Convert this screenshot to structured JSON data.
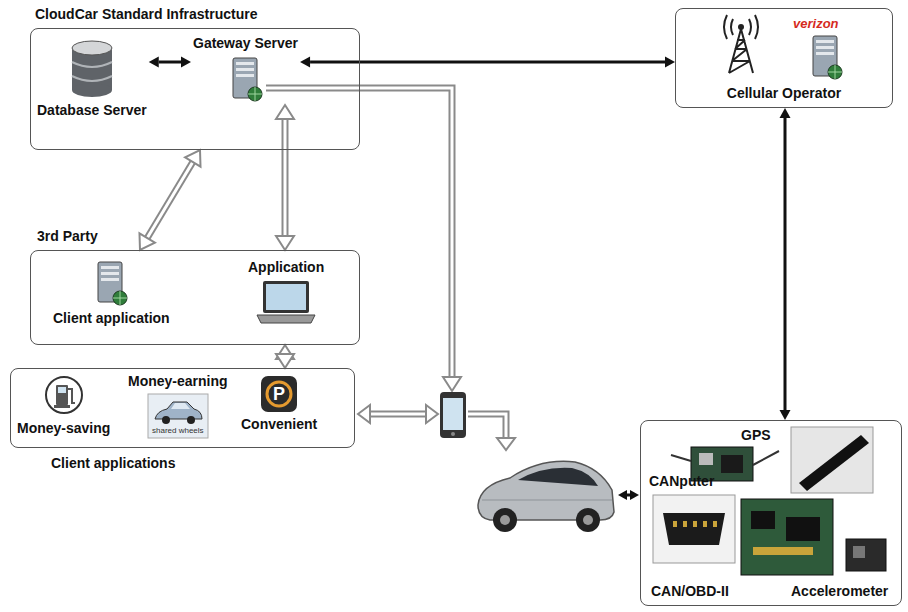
{
  "diagram": {
    "nodes": [
      {
        "text": [
          "CloudCar Standard Infrastructure"
        ]
      },
      {
        "text": [
          "Database Server"
        ],
        "in": 0
      },
      {
        "text": [
          "Gateway Server"
        ],
        "in": 0
      },
      {
        "text": [
          "Cellular Operator"
        ]
      },
      {
        "text": [
          "3rd Party"
        ]
      },
      {
        "text": [
          "Client application"
        ],
        "in": 4
      },
      {
        "text": [
          "Application"
        ],
        "in": 4
      },
      {
        "text": [
          "Client applications"
        ]
      },
      {
        "text": [
          "Money-saving"
        ],
        "in": 7
      },
      {
        "text": [
          "Money-earning"
        ],
        "in": 7
      },
      {
        "text": [
          "Convenient"
        ],
        "in": 7
      },
      {
        "text": [
          "GPS",
          "CANputer",
          "CAN/OBD-II",
          "Accelerometer"
        ]
      }
    ],
    "edges": [
      {
        "from": 1,
        "to": 2,
        "arrow": "both"
      },
      {
        "from": 2,
        "to": 3,
        "arrow": "both"
      },
      {
        "from": 0,
        "to": 4,
        "arrow": "both"
      },
      {
        "from": 2,
        "to": 4,
        "arrow": "both"
      },
      {
        "from": 4,
        "to": 7,
        "arrow": "both"
      },
      {
        "from": 3,
        "to": 11,
        "arrow": "both"
      }
    ],
    "labels": [
      "verizon",
      "shared wheels",
      "P"
    ]
  }
}
